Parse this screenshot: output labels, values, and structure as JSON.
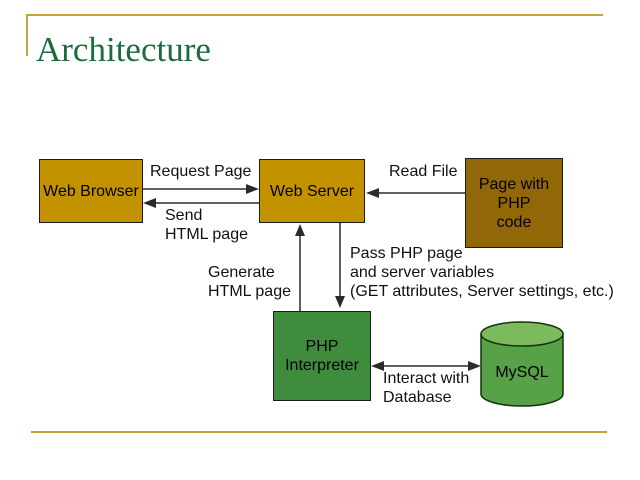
{
  "slide": {
    "title": "Architecture",
    "colors": {
      "title_green": "#1e6b3c",
      "accent_gold": "#c6a238",
      "box_gold": "#c39200",
      "box_brown": "#926708",
      "box_green": "#3f8c3c",
      "cylinder_body_green": "#57a147",
      "cylinder_top_green": "#7cba5e",
      "line_black": "#2b2b2b"
    }
  },
  "nodes": {
    "web_browser": {
      "label": "Web Browser"
    },
    "web_server": {
      "label": "Web Server"
    },
    "php_page": {
      "label": "Page with\nPHP\ncode"
    },
    "php_interpreter": {
      "label": "PHP\nInterpreter"
    },
    "mysql": {
      "label": "MySQL",
      "shape": "database-cylinder"
    }
  },
  "edges": {
    "request_page": {
      "label": "Request Page"
    },
    "send_html": {
      "label": "Send\nHTML page"
    },
    "read_file": {
      "label": "Read File"
    },
    "generate_html": {
      "label": "Generate\nHTML page"
    },
    "pass_php": {
      "label": "Pass PHP page\nand server variables\n(GET attributes, Server settings, etc.)"
    },
    "interact_db": {
      "label": "Interact with\nDatabase"
    }
  }
}
